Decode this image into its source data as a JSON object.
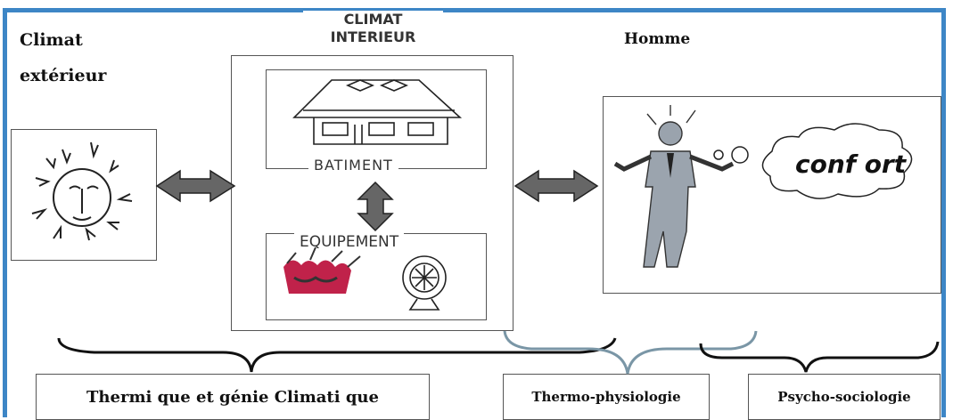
{
  "labels": {
    "climat_exterieur_line1": "Climat",
    "climat_exterieur_line2": "extérieur",
    "climat_interieur_line1": "CLIMAT",
    "climat_interieur_line2": "INTERIEUR",
    "homme": "Homme",
    "batiment": "BATIMENT",
    "equipement": "EQUIPEMENT",
    "confort": "conf ort"
  },
  "disciplines": {
    "thermique": "Thermi que et génie Climati que",
    "thermo_physiologie": "Thermo-physiologie",
    "psycho_sociologie": "Psycho-sociologie"
  },
  "colors": {
    "frame": "#3d86c6",
    "arrow_fill": "#666666",
    "arrow_stroke": "#222222",
    "brace": "#111111",
    "brace_secondary": "#7a96a6"
  }
}
